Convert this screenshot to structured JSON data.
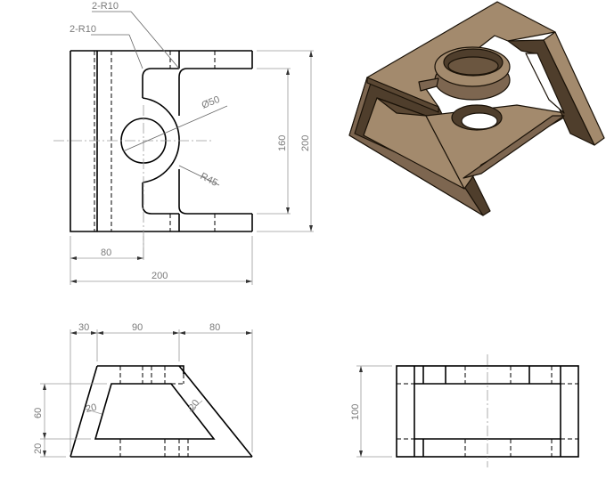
{
  "drawing": {
    "front_view": {
      "labels": {
        "r10_top": "2-R10",
        "r10_mid": "2-R10",
        "diameter": "Ø50",
        "radius": "R45",
        "height_inner": "160",
        "height_outer": "200",
        "width_partial": "80",
        "width_total": "200"
      }
    },
    "left_view": {
      "labels": {
        "w1": "30",
        "w2": "90",
        "w3": "80",
        "h1": "60",
        "h2": "20",
        "thick_left": "20",
        "thick_right": "20"
      }
    },
    "top_view": {
      "labels": {
        "height": "100"
      }
    },
    "iso_view": {
      "face_color": "#a38a6d",
      "shadow_color": "#4f3e2c",
      "mid_color": "#7d6650",
      "edge_color": "#1a1208"
    }
  }
}
